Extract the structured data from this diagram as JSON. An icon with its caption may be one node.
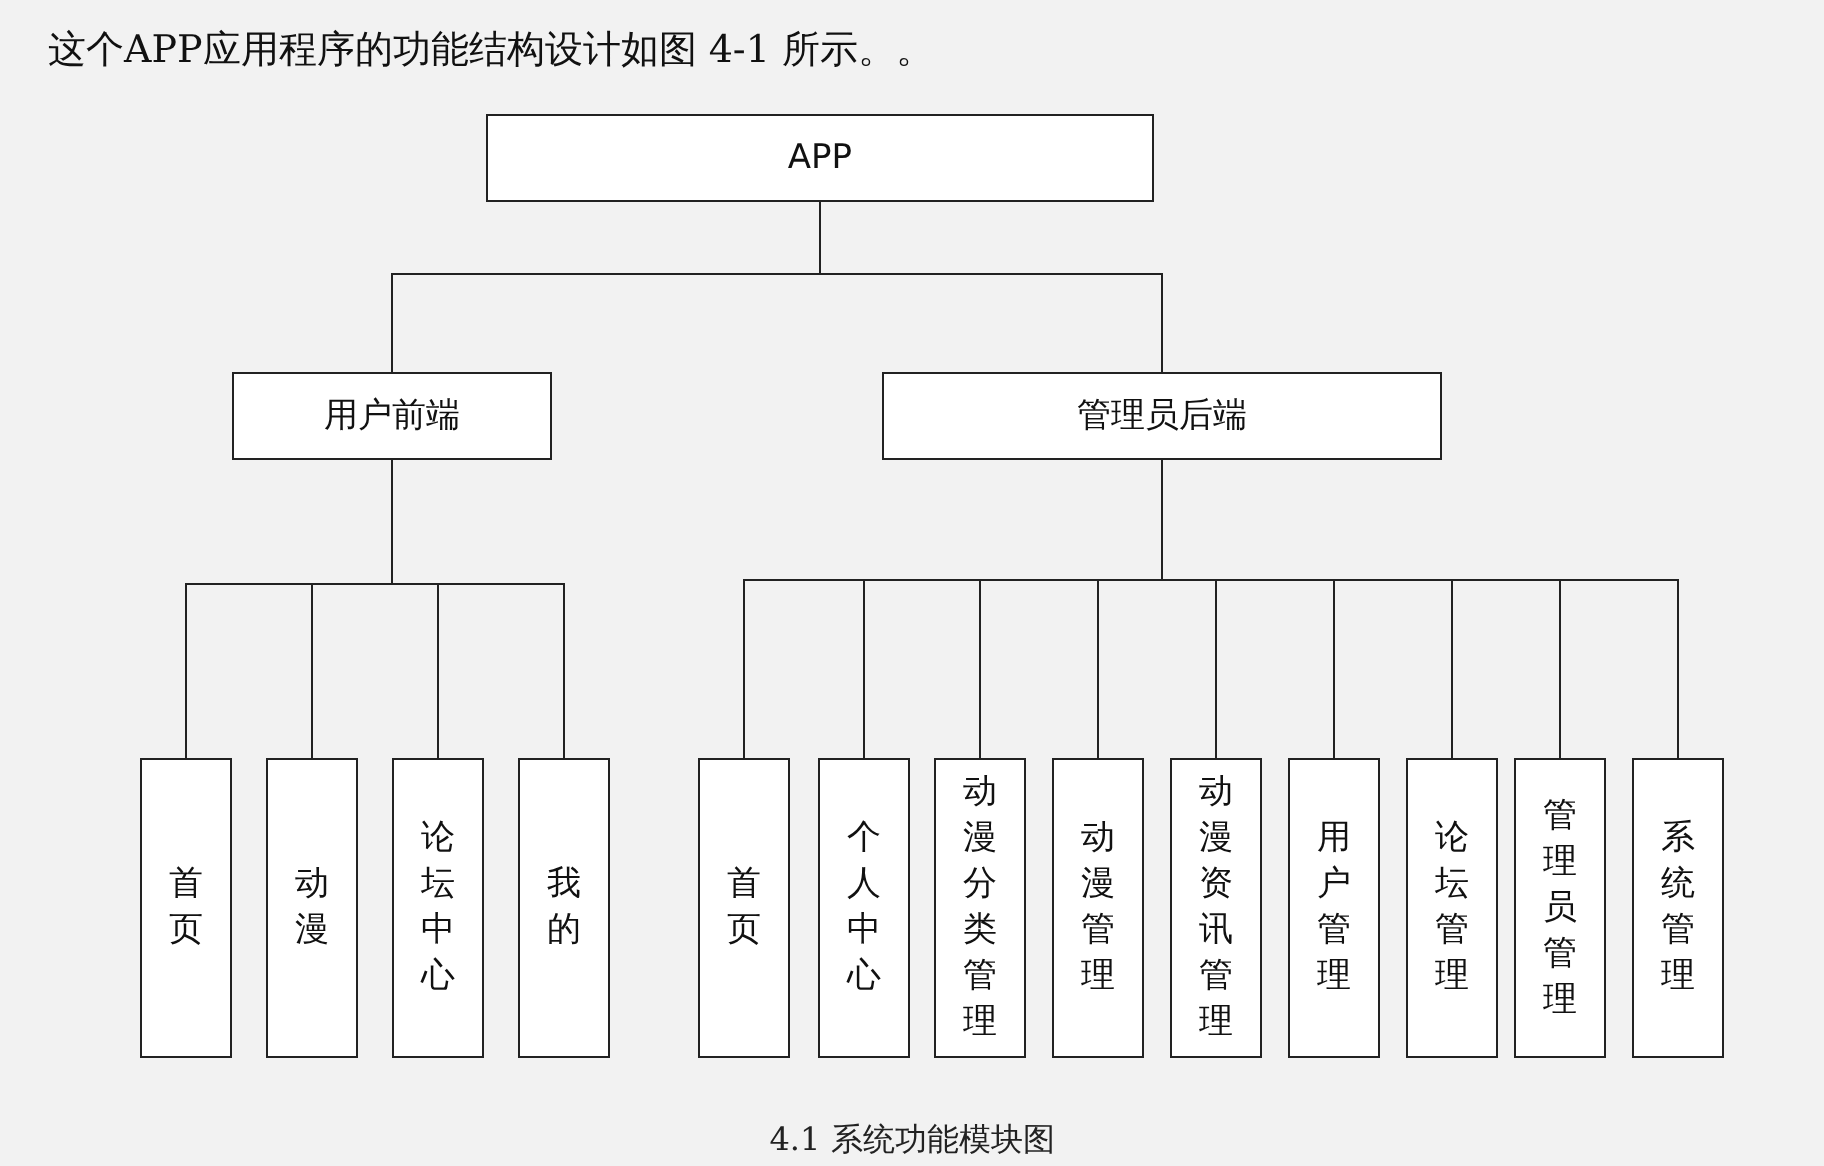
{
  "diagram": {
    "title": "这个APP应用程序的功能结构设计如图 4-1 所示。。",
    "caption": "4.1 系统功能模块图",
    "nodes": [
      {
        "text": [
          "APP"
        ]
      },
      {
        "text": [
          "用户前端"
        ]
      },
      {
        "text": [
          "管理员后端"
        ]
      },
      {
        "text": [
          "首页"
        ]
      },
      {
        "text": [
          "动漫"
        ]
      },
      {
        "text": [
          "论坛中心"
        ]
      },
      {
        "text": [
          "我的"
        ]
      },
      {
        "text": [
          "首页"
        ]
      },
      {
        "text": [
          "个人中心"
        ]
      },
      {
        "text": [
          "动漫分类管理"
        ]
      },
      {
        "text": [
          "动漫管理"
        ]
      },
      {
        "text": [
          "动漫资讯管理"
        ]
      },
      {
        "text": [
          "用户管理"
        ]
      },
      {
        "text": [
          "论坛管理"
        ]
      },
      {
        "text": [
          "管理员管理"
        ]
      },
      {
        "text": [
          "系统管理"
        ]
      }
    ],
    "edges": [
      {
        "from": 0,
        "to": 1,
        "arrow": "none"
      },
      {
        "from": 0,
        "to": 2,
        "arrow": "none"
      },
      {
        "from": 1,
        "to": 3,
        "arrow": "none"
      },
      {
        "from": 1,
        "to": 4,
        "arrow": "none"
      },
      {
        "from": 1,
        "to": 5,
        "arrow": "none"
      },
      {
        "from": 1,
        "to": 6,
        "arrow": "none"
      },
      {
        "from": 2,
        "to": 7,
        "arrow": "none"
      },
      {
        "from": 2,
        "to": 8,
        "arrow": "none"
      },
      {
        "from": 2,
        "to": 9,
        "arrow": "none"
      },
      {
        "from": 2,
        "to": 10,
        "arrow": "none"
      },
      {
        "from": 2,
        "to": 11,
        "arrow": "none"
      },
      {
        "from": 2,
        "to": 12,
        "arrow": "none"
      },
      {
        "from": 2,
        "to": 13,
        "arrow": "none"
      },
      {
        "from": 2,
        "to": 14,
        "arrow": "none"
      },
      {
        "from": 2,
        "to": 15,
        "arrow": "none"
      }
    ]
  }
}
